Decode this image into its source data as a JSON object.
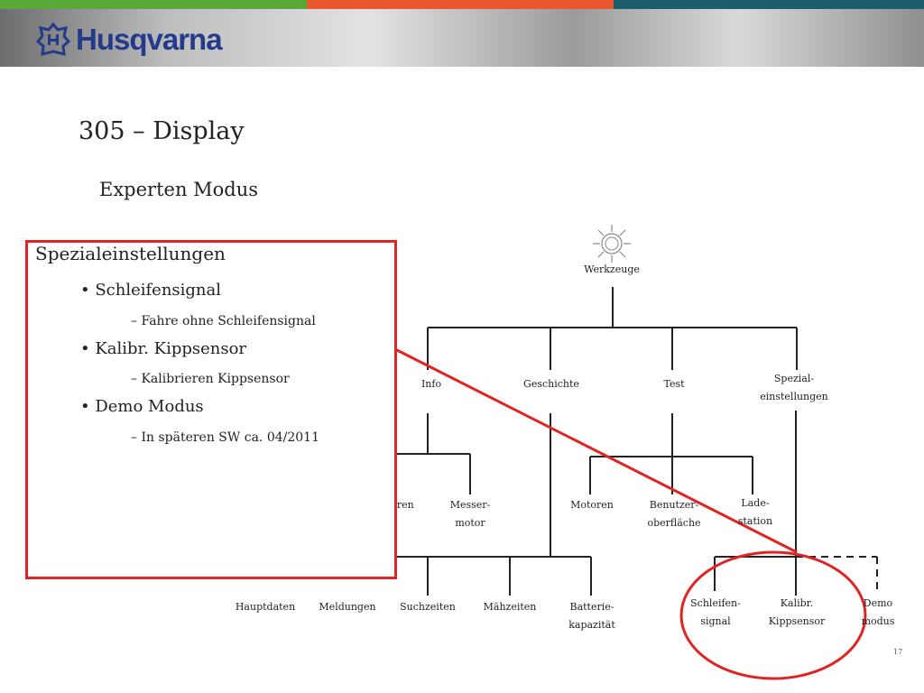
{
  "brand": {
    "name": "Husqvarna"
  },
  "colors": {
    "bar_green": "#58a83a",
    "bar_orange": "#e8582b",
    "bar_teal": "#1d5d6b",
    "brand_blue": "#243a8a",
    "highlight_red": "#e02424"
  },
  "slide": {
    "title": "305 – Display",
    "subtitle": "Experten Modus",
    "page_number": "17"
  },
  "overlay": {
    "heading": "Spezialeinstellungen",
    "items": [
      {
        "bullet": "• Schleifensignal",
        "sub": "– Fahre ohne Schleifensignal"
      },
      {
        "bullet": "• Kalibr. Kippsensor",
        "sub": "– Kalibrieren Kippsensor"
      },
      {
        "bullet": "• Demo Modus",
        "sub": "– In späteren SW ca. 04/2011"
      }
    ]
  },
  "tree": {
    "root": {
      "icon": "gear-icon",
      "label": "Werkzeuge"
    },
    "level1": [
      "Info",
      "Geschichte",
      "Test",
      "Spezial-\neinstellungen"
    ],
    "info_children": [
      "oren",
      "Messer-\nmotor"
    ],
    "test_children": [
      "Motoren",
      "Benutzer-\noberfläche",
      "Lade-\nstation"
    ],
    "history_children": [
      "Hauptdaten",
      "Meldungen",
      "Suchzeiten",
      "Mähzeiten",
      "Batterie-\nkapazität"
    ],
    "special_children": [
      "Schleifen-\nsignal",
      "Kalibr.\nKippsensor",
      "Demo\nmodus"
    ]
  }
}
